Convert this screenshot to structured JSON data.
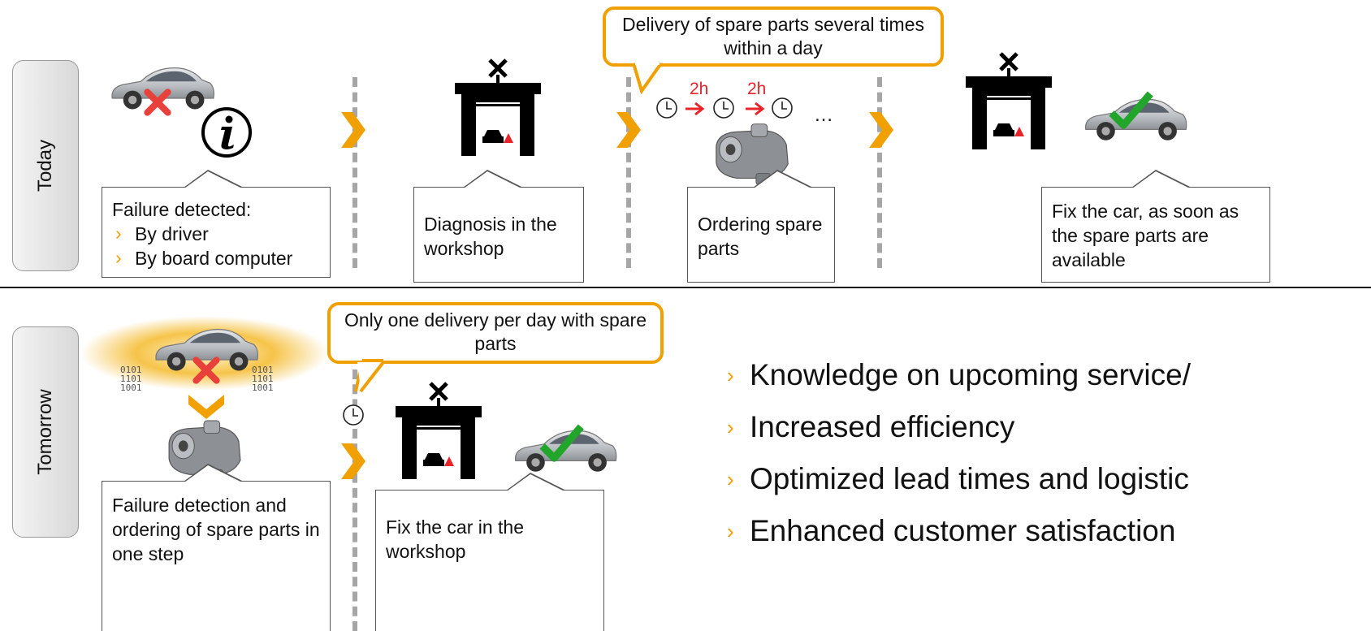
{
  "rows": {
    "today": "Today",
    "tomorrow": "Tomorrow"
  },
  "today": {
    "step1": {
      "title": "Failure detected:",
      "bullets": [
        "By driver",
        "By board computer"
      ]
    },
    "step2": "Diagnosis in the workshop",
    "step3": "Ordering spare parts",
    "step4": "Fix the car, as soon as the spare parts are available",
    "speech": "Delivery of spare parts several times within a day",
    "interval_1": "2h",
    "interval_2": "2h",
    "ellipsis": "…"
  },
  "tomorrow": {
    "step1": "Failure detection and ordering of spare parts in one step",
    "step2": "Fix the car in the workshop",
    "speech": "Only one delivery per day with spare parts",
    "data_text": [
      "0101",
      "1101",
      "1001"
    ]
  },
  "benefits": [
    "Knowledge on upcoming service/",
    "Increased efficiency",
    "Optimized lead times and logistic",
    "Enhanced customer satisfaction"
  ],
  "colors": {
    "accent": "#f0a000",
    "check": "#22a52b",
    "fail": "#e8403a",
    "divider": "#a6a6a6"
  },
  "icons": [
    "car-icon",
    "info-icon",
    "workshop-icon",
    "clock-icon",
    "arrow-right-icon",
    "spare-part-icon",
    "checkmark-icon",
    "red-cross-icon",
    "chevron-right-icon",
    "chevron-down-icon"
  ]
}
